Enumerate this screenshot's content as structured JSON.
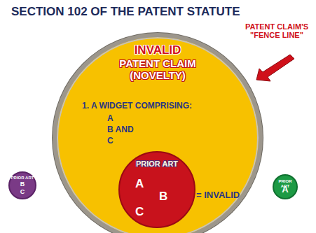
{
  "diagram": {
    "title": "SECTION 102 OF THE PATENT STATUTE",
    "nodes": [
      {
        "text": [
          "INVALID",
          "PATENT CLAIM (NOVELTY)",
          "1. A WIDGET COMPRISING:",
          "A",
          "B AND",
          "C"
        ]
      },
      {
        "text": [
          "PRIOR ART",
          "A",
          "B",
          "C"
        ],
        "in": 0
      },
      {
        "text": [
          "PRIOR ART",
          "B",
          "C"
        ]
      },
      {
        "text": [
          "PRIOR ART",
          "A"
        ]
      }
    ],
    "labels": [
      "PATENT CLAIM'S \"FENCE LINE\"",
      "= INVALID"
    ]
  }
}
